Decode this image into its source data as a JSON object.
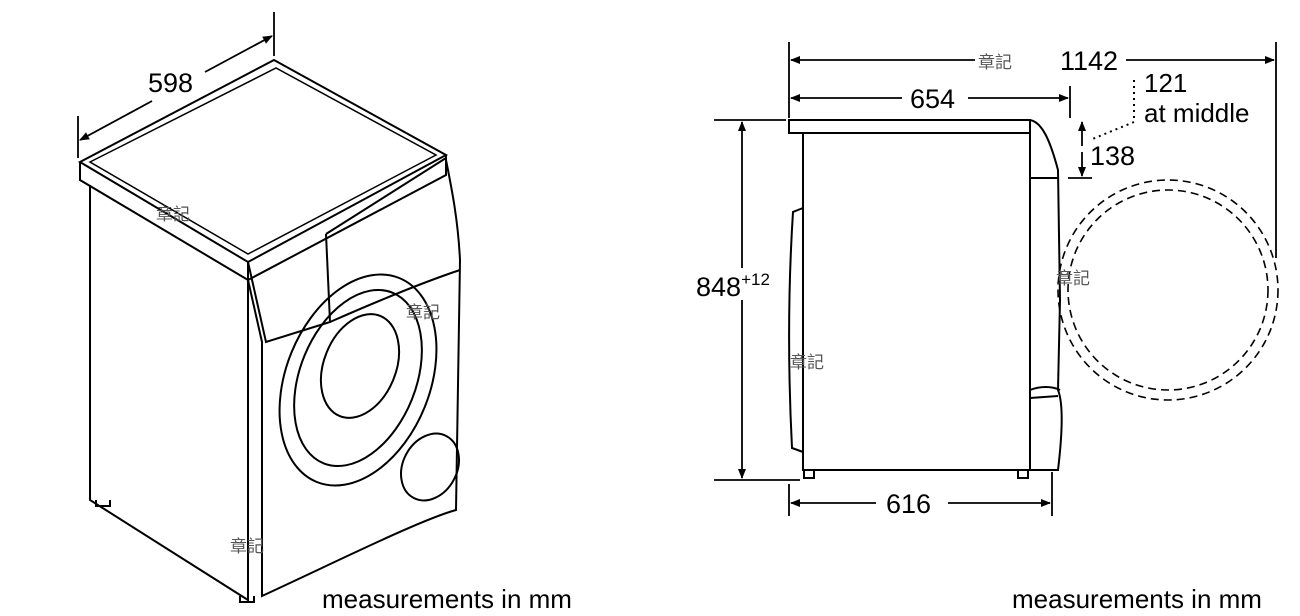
{
  "left_view": {
    "width_label": "598",
    "caption": "measurements in mm"
  },
  "right_view": {
    "overall_depth_label": "1142",
    "body_depth_label": "654",
    "door_label_value": "121",
    "door_label_note": "at middle",
    "top_offset_label": "138",
    "height_label": "848",
    "height_tolerance": "+12",
    "base_depth_label": "616",
    "caption": "measurements in mm"
  },
  "watermark": "章記",
  "colors": {
    "line": "#000000",
    "watermark": "#555555"
  }
}
